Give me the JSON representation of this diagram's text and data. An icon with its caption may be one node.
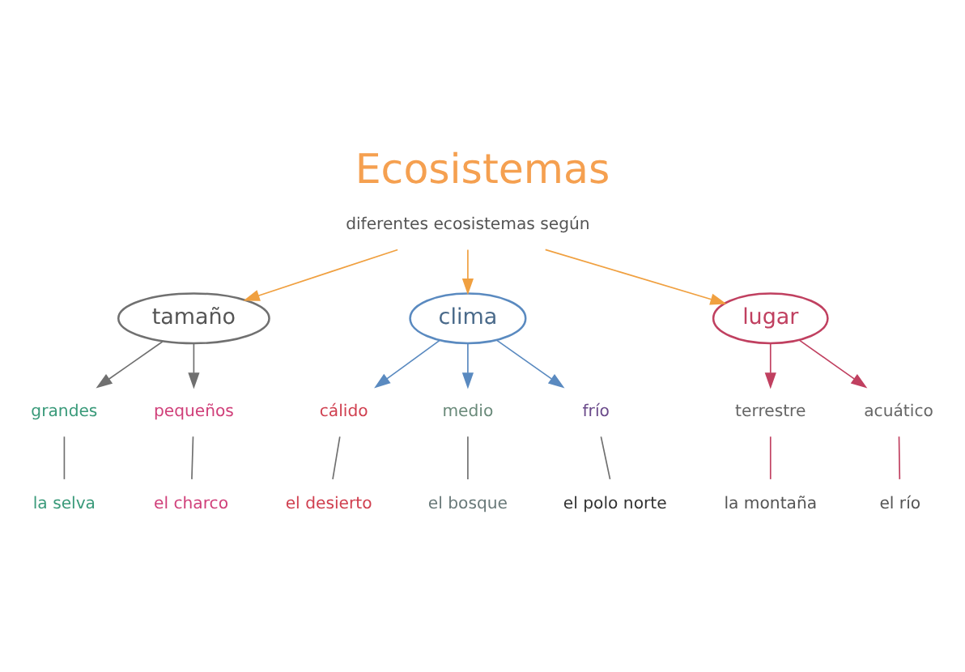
{
  "diagram": {
    "title": "Ecosistemas",
    "nodes": [
      {
        "text": [
          "diferentes ecosistemas según"
        ]
      },
      {
        "text": [
          "tamaño"
        ]
      },
      {
        "text": [
          "clima"
        ]
      },
      {
        "text": [
          "lugar"
        ]
      },
      {
        "text": [
          "grandes"
        ]
      },
      {
        "text": [
          "pequeños"
        ]
      },
      {
        "text": [
          "la selva"
        ]
      },
      {
        "text": [
          "el charco"
        ]
      },
      {
        "text": [
          "cálido"
        ]
      },
      {
        "text": [
          "medio"
        ]
      },
      {
        "text": [
          "frío"
        ]
      },
      {
        "text": [
          "el desierto"
        ]
      },
      {
        "text": [
          "el bosque"
        ]
      },
      {
        "text": [
          "el polo norte"
        ]
      },
      {
        "text": [
          "terrestre"
        ]
      },
      {
        "text": [
          "acuático"
        ]
      },
      {
        "text": [
          "la montaña"
        ]
      },
      {
        "text": [
          "el río"
        ]
      }
    ],
    "edges": [
      {
        "from": 0,
        "to": 1,
        "arrow": "to",
        "color": "#f0a040"
      },
      {
        "from": 0,
        "to": 2,
        "arrow": "to",
        "color": "#f0a040"
      },
      {
        "from": 0,
        "to": 3,
        "arrow": "to",
        "color": "#f0a040"
      },
      {
        "from": 1,
        "to": 4,
        "arrow": "to",
        "color": "#707070"
      },
      {
        "from": 1,
        "to": 5,
        "arrow": "to",
        "color": "#707070"
      },
      {
        "from": 4,
        "to": 6,
        "arrow": "none",
        "color": "#707070"
      },
      {
        "from": 5,
        "to": 7,
        "arrow": "none",
        "color": "#707070"
      },
      {
        "from": 2,
        "to": 8,
        "arrow": "to",
        "color": "#5a8ac0"
      },
      {
        "from": 2,
        "to": 9,
        "arrow": "to",
        "color": "#5a8ac0"
      },
      {
        "from": 2,
        "to": 10,
        "arrow": "to",
        "color": "#5a8ac0"
      },
      {
        "from": 8,
        "to": 11,
        "arrow": "none",
        "color": "#707070"
      },
      {
        "from": 9,
        "to": 12,
        "arrow": "none",
        "color": "#707070"
      },
      {
        "from": 10,
        "to": 13,
        "arrow": "none",
        "color": "#707070"
      },
      {
        "from": 3,
        "to": 14,
        "arrow": "to",
        "color": "#c04060"
      },
      {
        "from": 3,
        "to": 15,
        "arrow": "to",
        "color": "#c04060"
      },
      {
        "from": 14,
        "to": 16,
        "arrow": "none",
        "color": "#c04060"
      },
      {
        "from": 15,
        "to": 17,
        "arrow": "none",
        "color": "#c04060"
      }
    ]
  }
}
